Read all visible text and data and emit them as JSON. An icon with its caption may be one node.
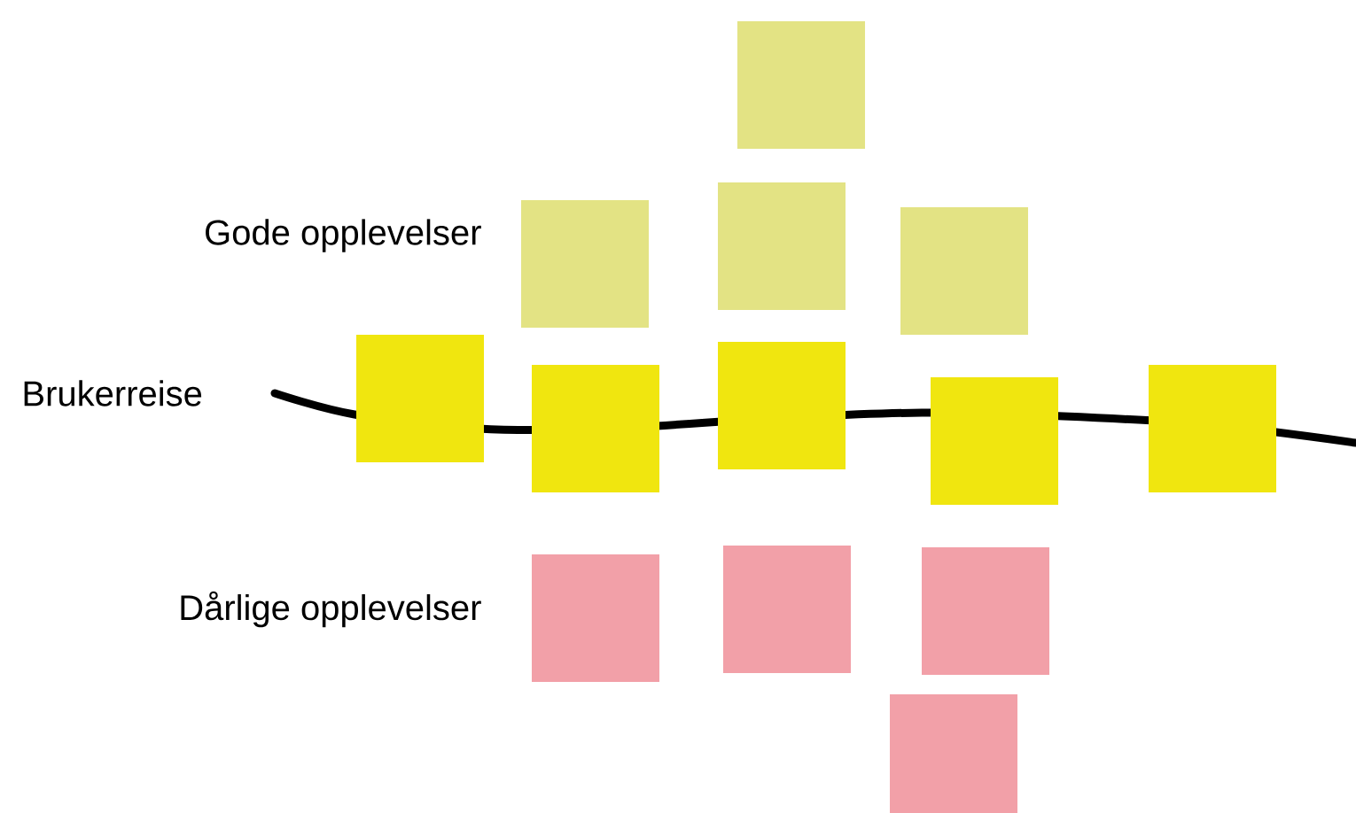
{
  "diagram": {
    "nodes": [
      {
        "text": [],
        "shape": "box"
      },
      {
        "text": [],
        "shape": "box"
      },
      {
        "text": [],
        "shape": "box"
      },
      {
        "text": [],
        "shape": "box"
      },
      {
        "text": [],
        "shape": "box"
      },
      {
        "text": [],
        "shape": "box"
      },
      {
        "text": [],
        "shape": "box"
      },
      {
        "text": [],
        "shape": "box"
      },
      {
        "text": [],
        "shape": "box"
      },
      {
        "text": [],
        "shape": "box"
      },
      {
        "text": [],
        "shape": "box"
      },
      {
        "text": [],
        "shape": "box"
      },
      {
        "text": [],
        "shape": "box"
      }
    ],
    "labels": [
      "Gode opplevelser",
      "Brukerreise",
      "Dårlige opplevelser"
    ]
  }
}
